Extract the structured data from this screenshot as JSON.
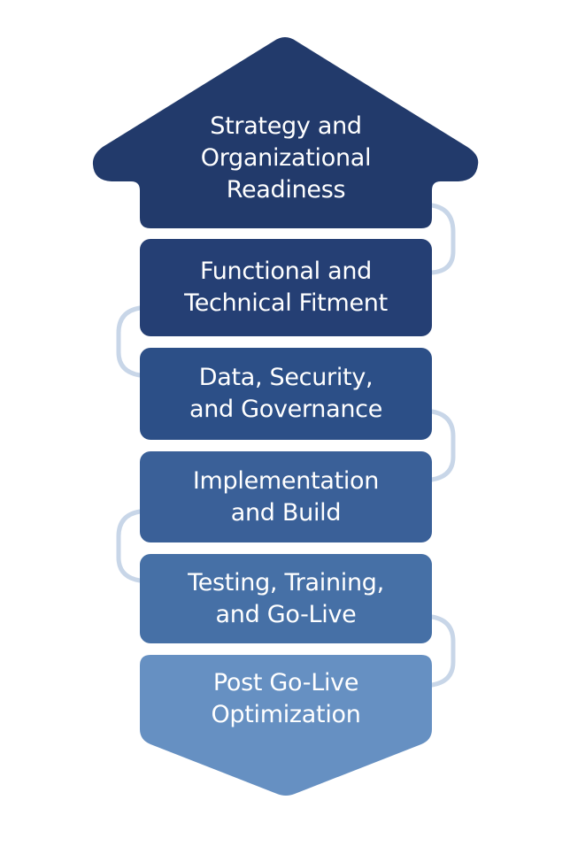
{
  "diagram": {
    "type": "vertical-stage-flow",
    "stages": [
      {
        "label": "Strategy and\nOrganizational\nReadiness",
        "shape": "up-arrow",
        "color": "#223a6b"
      },
      {
        "label": "Functional and\nTechnical Fitment",
        "shape": "rounded-box",
        "color": "#253f74"
      },
      {
        "label": "Data, Security,\nand Governance",
        "shape": "rounded-box",
        "color": "#2c4f87"
      },
      {
        "label": "Implementation\nand Build",
        "shape": "rounded-box",
        "color": "#3a6098"
      },
      {
        "label": "Testing, Training,\nand Go-Live",
        "shape": "rounded-box",
        "color": "#4670a6"
      },
      {
        "label": "Post Go-Live\nOptimization",
        "shape": "down-arrow",
        "color": "#6690c2"
      }
    ],
    "connector_color": "#c8d6e8",
    "text_color": "#ffffff"
  }
}
